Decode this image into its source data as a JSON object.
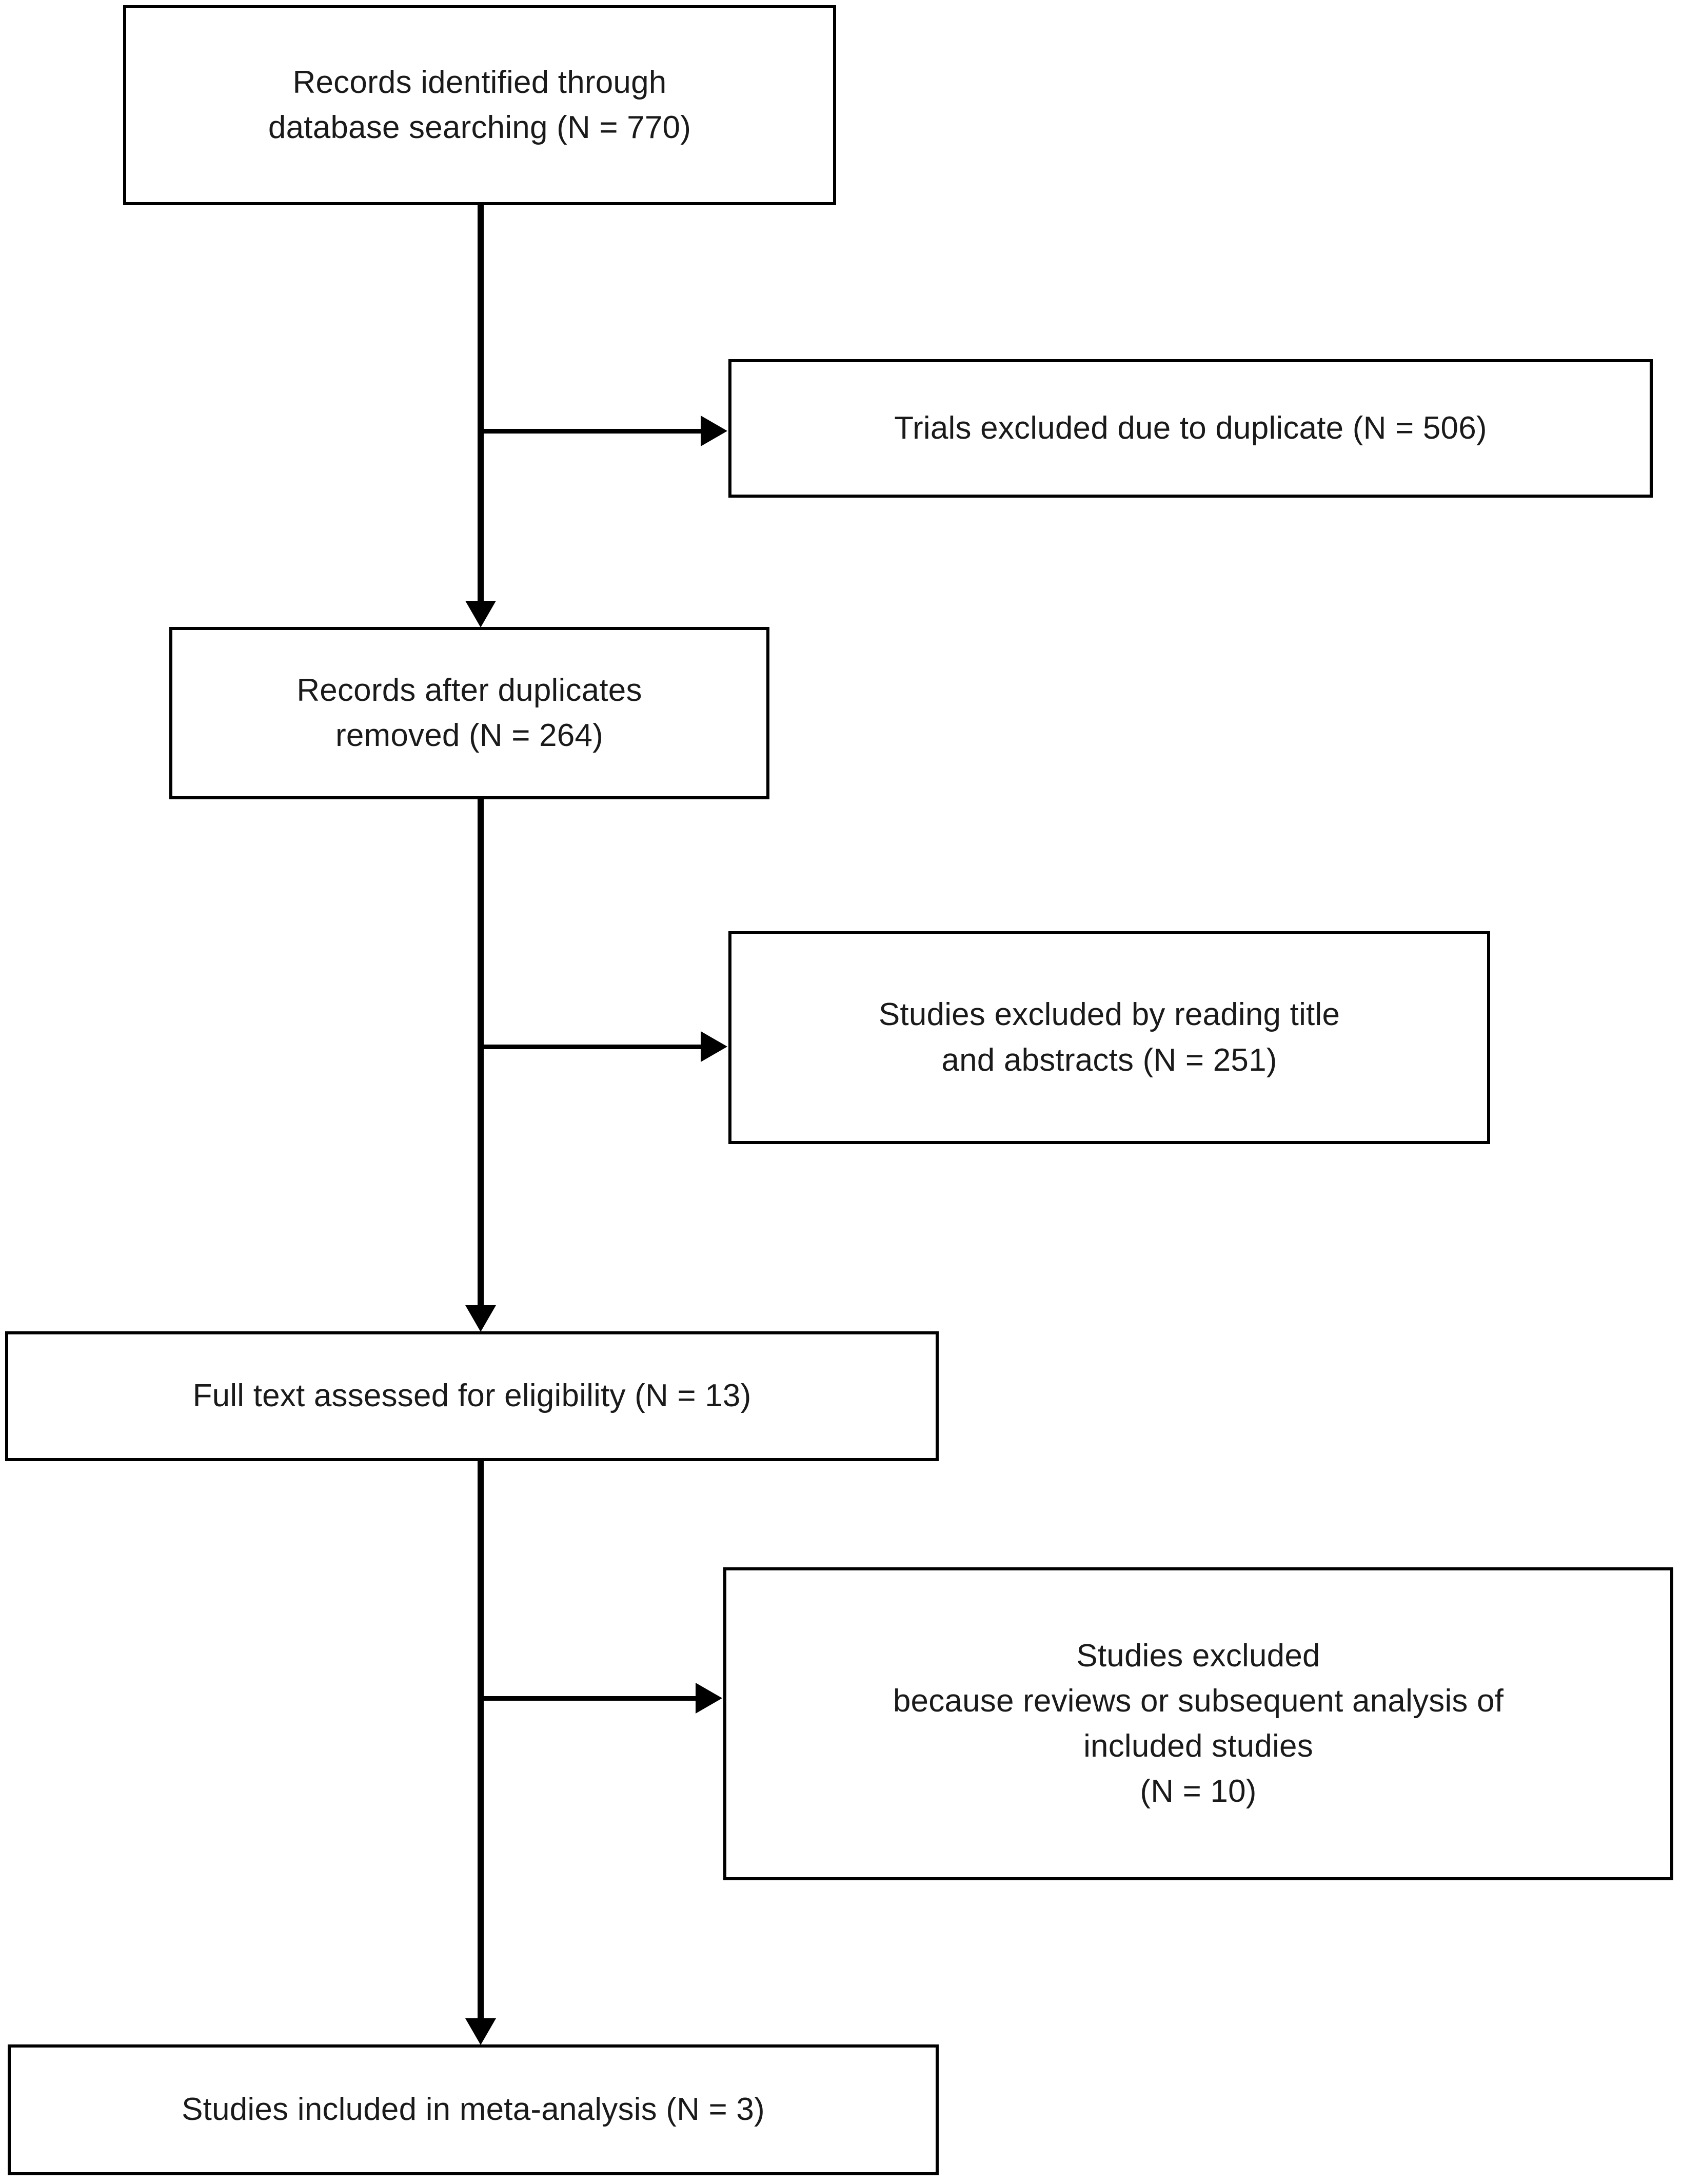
{
  "diagram": {
    "type": "prisma-flow-diagram",
    "title": "PRISMA study selection flow diagram",
    "line_color": "#000000",
    "box_border_color": "#000000",
    "background_color": "#ffffff",
    "text_color": "#1a1a1a"
  },
  "boxes": {
    "identified": {
      "id": "records-identified",
      "text": "Records identified through\ndatabase searching (N = 770)",
      "count": 770,
      "label": "Records identified through database searching"
    },
    "duplicates_excluded": {
      "id": "trials-excluded-duplicate",
      "text": "Trials excluded due to duplicate (N = 506)",
      "count": 506,
      "label": "Trials excluded due to duplicate"
    },
    "after_duplicates": {
      "id": "records-after-duplicates",
      "text": "Records after duplicates\nremoved (N = 264)",
      "count": 264,
      "label": "Records after duplicates removed"
    },
    "title_abstract_excluded": {
      "id": "studies-excluded-title-abstract",
      "text": "Studies excluded by reading title\nand abstracts (N = 251)",
      "count": 251,
      "label": "Studies excluded by reading title and abstracts"
    },
    "full_text_assessed": {
      "id": "full-text-assessed",
      "text": "Full text assessed for eligibility (N = 13)",
      "count": 13,
      "label": "Full text assessed for eligibility"
    },
    "reviews_excluded": {
      "id": "studies-excluded-reviews",
      "text": "Studies excluded\nbecause reviews or subsequent analysis of\nincluded studies\n(N = 10)",
      "count": 10,
      "label": "Studies excluded because reviews or subsequent analysis of included studies"
    },
    "included": {
      "id": "studies-included-meta-analysis",
      "text": "Studies included in meta-analysis (N = 3)",
      "count": 3,
      "label": "Studies included in meta-analysis"
    }
  },
  "connectors": [
    {
      "id": "identified-to-after-duplicates",
      "from": "identified",
      "to": "after_duplicates",
      "direction": "down"
    },
    {
      "id": "branch-to-duplicates-excluded",
      "from": "identified",
      "to": "duplicates_excluded",
      "direction": "right"
    },
    {
      "id": "after-duplicates-to-full-text",
      "from": "after_duplicates",
      "to": "full_text_assessed",
      "direction": "down"
    },
    {
      "id": "branch-to-title-abstract-excluded",
      "from": "after_duplicates",
      "to": "title_abstract_excluded",
      "direction": "right"
    },
    {
      "id": "full-text-to-included",
      "from": "full_text_assessed",
      "to": "included",
      "direction": "down"
    },
    {
      "id": "branch-to-reviews-excluded",
      "from": "full_text_assessed",
      "to": "reviews_excluded",
      "direction": "right"
    }
  ]
}
